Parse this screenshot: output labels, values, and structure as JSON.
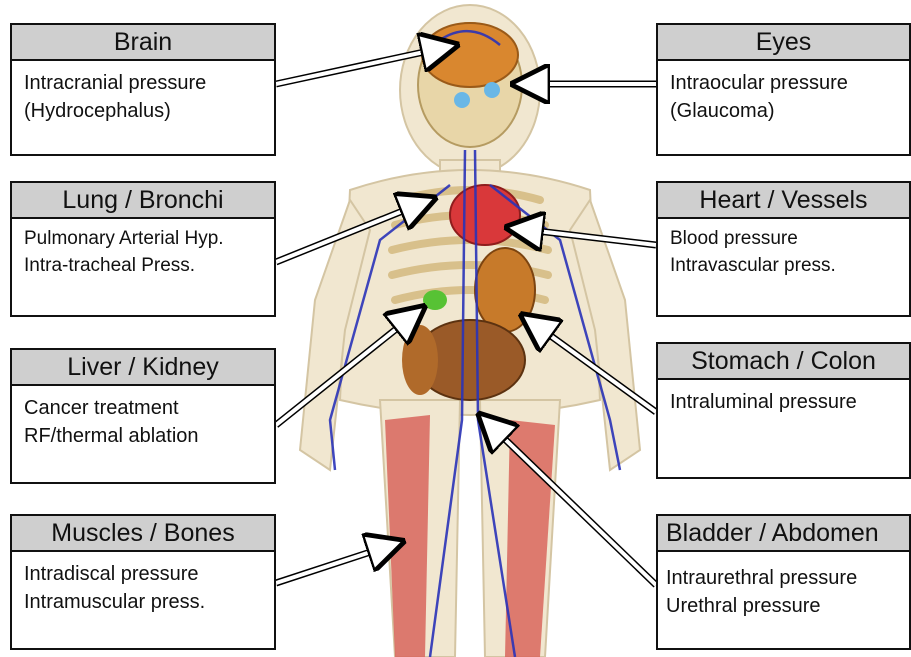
{
  "regions": [
    {
      "title": "Brain",
      "lines": [
        "Intracranial pressure",
        "(Hydrocephalus)"
      ]
    },
    {
      "title": "Eyes",
      "lines": [
        "Intraocular pressure",
        "(Glaucoma)"
      ]
    },
    {
      "title": "Lung / Bronchi",
      "lines": [
        "Pulmonary Arterial Hyp.",
        "Intra-tracheal Press."
      ]
    },
    {
      "title": "Heart / Vessels",
      "lines": [
        "Blood pressure",
        "Intravascular press."
      ]
    },
    {
      "title": "Liver / Kidney",
      "lines": [
        "Cancer treatment",
        "RF/thermal ablation"
      ]
    },
    {
      "title": "Stomach / Colon",
      "lines": [
        "Intraluminal pressure"
      ]
    },
    {
      "title": "Muscles / Bones",
      "lines": [
        "Intradiscal pressure",
        "Intramuscular press."
      ]
    },
    {
      "title": "Bladder / Abdomen",
      "lines": [
        "Intraurethral pressure",
        "Urethral pressure"
      ]
    }
  ]
}
